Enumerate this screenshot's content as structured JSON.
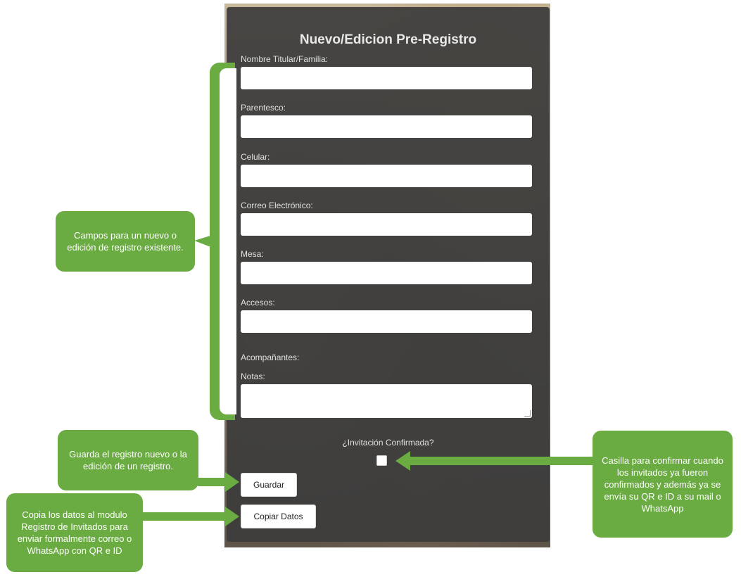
{
  "form": {
    "title": "Nuevo/Edicion Pre-Registro",
    "fields": [
      {
        "label": "Nombre Titular/Familia:",
        "value": ""
      },
      {
        "label": "Parentesco:",
        "value": ""
      },
      {
        "label": "Celular:",
        "value": ""
      },
      {
        "label": "Correo Electrónico:",
        "value": ""
      },
      {
        "label": "Mesa:",
        "value": ""
      },
      {
        "label": "Accesos:",
        "value": ""
      }
    ],
    "companions_label": "Acompañantes:",
    "notes_label": "Notas:",
    "confirm_label": "¿Invitación Confirmada?",
    "confirmed": false,
    "save_button": "Guardar",
    "copy_button": "Copiar Datos"
  },
  "annotations": {
    "fields_note": "Campos para un nuevo o edición de registro existente.",
    "save_note": "Guarda el registro nuevo o la edición de un registro.",
    "copy_note": "Copia los datos al modulo Registro de Invitados para enviar formalmente correo o WhatsApp con QR e ID",
    "checkbox_note": "Casilla para confirmar cuando los invitados ya fueron confirmados y además ya se envía su QR e ID a su mail o WhatsApp"
  },
  "colors": {
    "annotation_green": "#6aab42",
    "card_background": "#3c3c3c"
  }
}
